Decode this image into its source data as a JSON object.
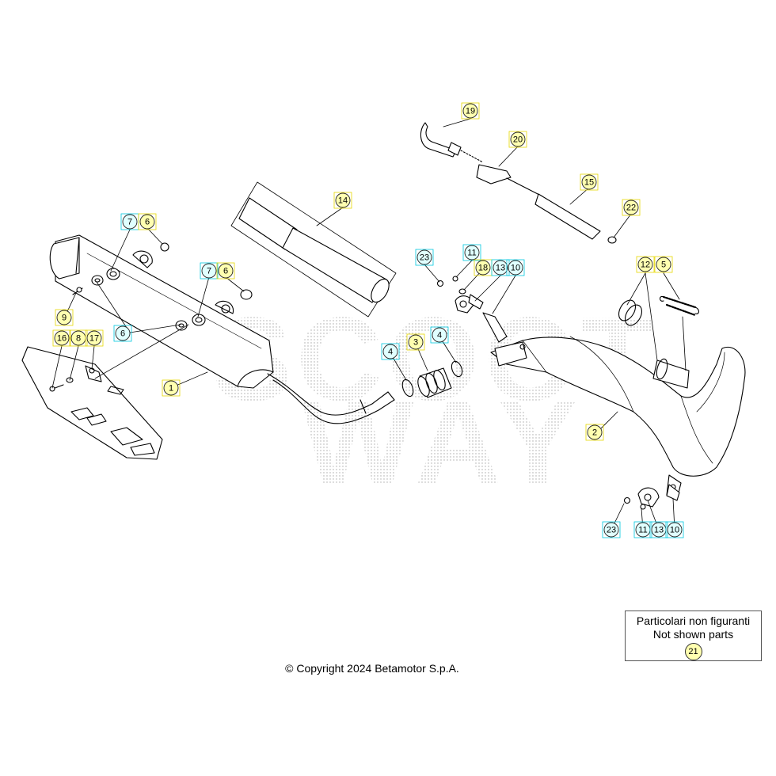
{
  "callouts": [
    {
      "id": "c19",
      "label": "19",
      "variant": "yellow"
    },
    {
      "id": "c20",
      "label": "20",
      "variant": "yellow"
    },
    {
      "id": "c15",
      "label": "15",
      "variant": "yellow"
    },
    {
      "id": "c22",
      "label": "22",
      "variant": "yellow"
    },
    {
      "id": "c14",
      "label": "14",
      "variant": "yellow"
    },
    {
      "id": "c7a",
      "label": "7",
      "variant": "cyan"
    },
    {
      "id": "c6a",
      "label": "6",
      "variant": "yellow"
    },
    {
      "id": "c7b",
      "label": "7",
      "variant": "cyan"
    },
    {
      "id": "c6b",
      "label": "6",
      "variant": "yellow"
    },
    {
      "id": "c6c",
      "label": "6",
      "variant": "cyan"
    },
    {
      "id": "c9",
      "label": "9",
      "variant": "yellow"
    },
    {
      "id": "c16",
      "label": "16",
      "variant": "yellow"
    },
    {
      "id": "c8",
      "label": "8",
      "variant": "yellow"
    },
    {
      "id": "c17",
      "label": "17",
      "variant": "yellow"
    },
    {
      "id": "c1",
      "label": "1",
      "variant": "yellow"
    },
    {
      "id": "c23a",
      "label": "23",
      "variant": "cyan"
    },
    {
      "id": "c11a",
      "label": "11",
      "variant": "cyan"
    },
    {
      "id": "c18",
      "label": "18",
      "variant": "yellow"
    },
    {
      "id": "c13a",
      "label": "13",
      "variant": "cyan"
    },
    {
      "id": "c10a",
      "label": "10",
      "variant": "cyan"
    },
    {
      "id": "c4a",
      "label": "4",
      "variant": "cyan"
    },
    {
      "id": "c3",
      "label": "3",
      "variant": "yellow"
    },
    {
      "id": "c4b",
      "label": "4",
      "variant": "cyan"
    },
    {
      "id": "c12",
      "label": "12",
      "variant": "yellow"
    },
    {
      "id": "c5",
      "label": "5",
      "variant": "yellow"
    },
    {
      "id": "c2",
      "label": "2",
      "variant": "yellow"
    },
    {
      "id": "c23b",
      "label": "23",
      "variant": "cyan"
    },
    {
      "id": "c11b",
      "label": "11",
      "variant": "cyan"
    },
    {
      "id": "c13b",
      "label": "13",
      "variant": "cyan"
    },
    {
      "id": "c10b",
      "label": "10",
      "variant": "cyan"
    }
  ],
  "notes_box": {
    "line1": "Particolari non figuranti",
    "line2": "Not shown parts",
    "badge": "21"
  },
  "copyright": "© Copyright 2024 Betamotor S.p.A.",
  "watermark_text": "SCOOTWAY",
  "colors": {
    "yellow_fill": "#ffffb0",
    "cyan_fill": "#e0ffff",
    "cyan_frame": "#00c8e0",
    "yellow_frame": "#e6d800",
    "line": "#000000",
    "watermark": "#b0b0b0"
  }
}
